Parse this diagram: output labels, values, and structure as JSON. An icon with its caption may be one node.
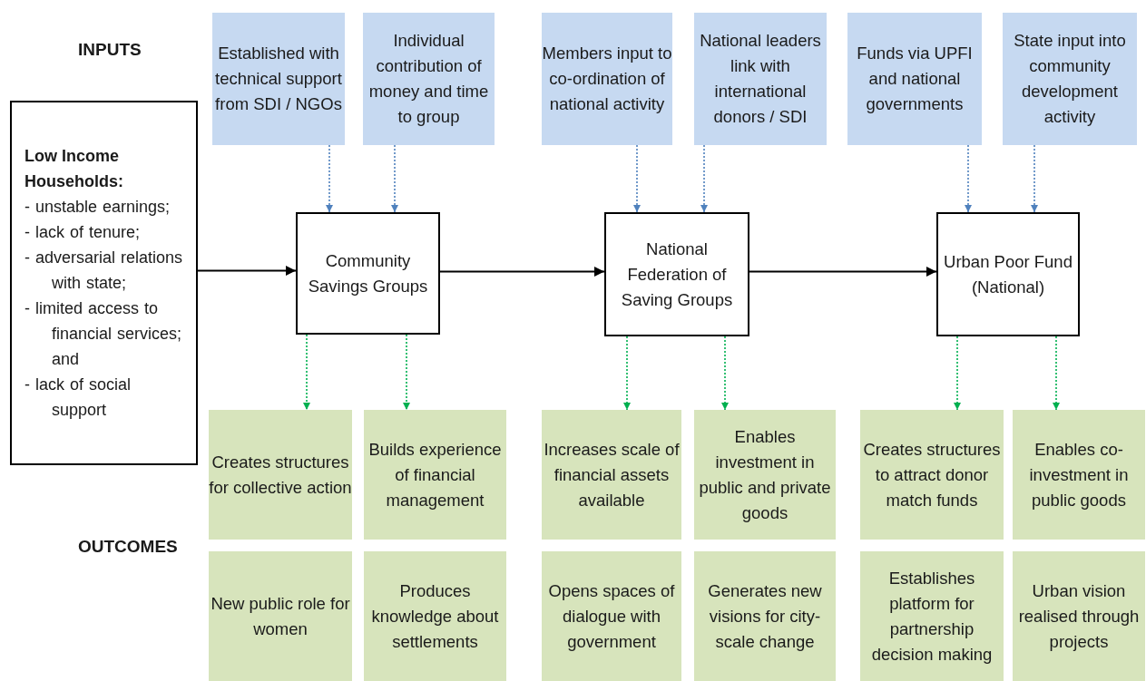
{
  "diagram": {
    "nodes": [
      {
        "text": [
          "Low Income Households:",
          "- unstable earnings;",
          "- lack of tenure;",
          "- adversarial relations with state;",
          "- limited access to financial services; and",
          "- lack of social support"
        ]
      },
      {
        "text": [
          "Established with technical support from SDI / NGOs"
        ]
      },
      {
        "text": [
          "Individual contribution of money and time to group"
        ]
      },
      {
        "text": [
          "Members input to co-ordination of national activity"
        ]
      },
      {
        "text": [
          "National leaders link with international donors /  SDI"
        ]
      },
      {
        "text": [
          "Funds via UPFI and national governments"
        ]
      },
      {
        "text": [
          "State input into community development activity"
        ]
      },
      {
        "text": [
          "Community Savings Groups"
        ]
      },
      {
        "text": [
          "National Federation of Saving Groups"
        ]
      },
      {
        "text": [
          "Urban Poor Fund (National)"
        ]
      },
      {
        "text": [
          "Creates structures for collective action"
        ]
      },
      {
        "text": [
          "Builds experience of financial management"
        ]
      },
      {
        "text": [
          "Increases scale of financial assets available"
        ]
      },
      {
        "text": [
          "Enables investment in public and private goods"
        ]
      },
      {
        "text": [
          "Creates structures to attract donor match funds"
        ]
      },
      {
        "text": [
          "Enables co-investment in public goods"
        ]
      },
      {
        "text": [
          "New public role for women"
        ]
      },
      {
        "text": [
          "Produces knowledge about settlements"
        ]
      },
      {
        "text": [
          "Opens spaces of dialogue with government"
        ]
      },
      {
        "text": [
          "Generates new visions for city-scale change"
        ]
      },
      {
        "text": [
          "Establishes platform for partnership decision making"
        ]
      },
      {
        "text": [
          "Urban vision realised through projects"
        ]
      }
    ],
    "edges": [
      {
        "from": 0,
        "to": 7,
        "arrow": "to",
        "color": "#000000"
      },
      {
        "from": 7,
        "to": 8,
        "arrow": "to",
        "color": "#000000"
      },
      {
        "from": 8,
        "to": 9,
        "arrow": "to",
        "color": "#000000"
      },
      {
        "from": 1,
        "to": 7,
        "arrow": "to",
        "style": "dashed",
        "color": "#4f81bd"
      },
      {
        "from": 2,
        "to": 7,
        "arrow": "to",
        "style": "dashed",
        "color": "#4f81bd"
      },
      {
        "from": 3,
        "to": 8,
        "arrow": "to",
        "style": "dashed",
        "color": "#4f81bd"
      },
      {
        "from": 4,
        "to": 8,
        "arrow": "to",
        "style": "dashed",
        "color": "#4f81bd"
      },
      {
        "from": 5,
        "to": 9,
        "arrow": "to",
        "style": "dashed",
        "color": "#4f81bd"
      },
      {
        "from": 6,
        "to": 9,
        "arrow": "to",
        "style": "dashed",
        "color": "#4f81bd"
      },
      {
        "from": 7,
        "to": 10,
        "arrow": "to",
        "style": "dashed",
        "color": "#00b050"
      },
      {
        "from": 7,
        "to": 11,
        "arrow": "to",
        "style": "dashed",
        "color": "#00b050"
      },
      {
        "from": 8,
        "to": 12,
        "arrow": "to",
        "style": "dashed",
        "color": "#00b050"
      },
      {
        "from": 8,
        "to": 13,
        "arrow": "to",
        "style": "dashed",
        "color": "#00b050"
      },
      {
        "from": 9,
        "to": 14,
        "arrow": "to",
        "style": "dashed",
        "color": "#00b050"
      },
      {
        "from": 9,
        "to": 15,
        "arrow": "to",
        "style": "dashed",
        "color": "#00b050"
      }
    ],
    "labels": [
      "INPUTS",
      "OUTCOMES"
    ]
  }
}
